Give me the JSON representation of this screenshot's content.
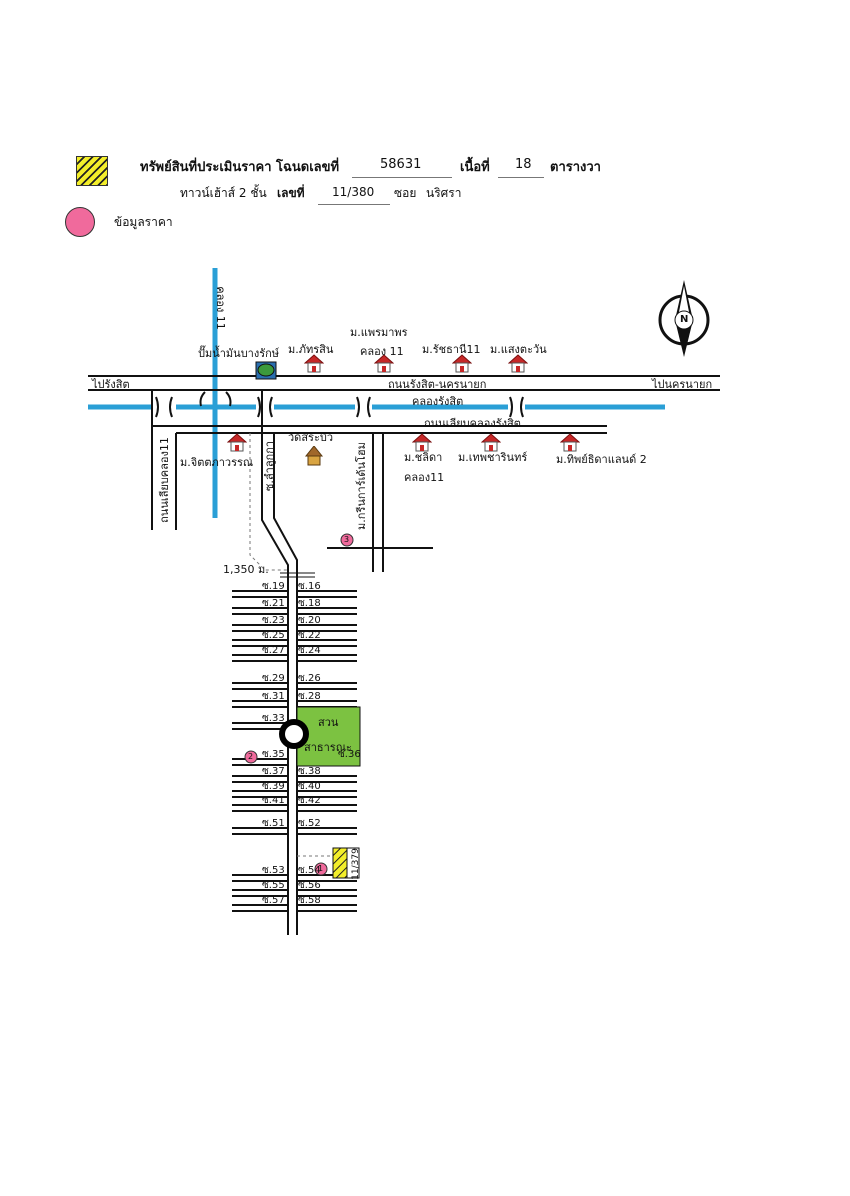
{
  "legend": {
    "subject_title": "ทรัพย์สินที่ประเมินราคา โฉนดเลขที่",
    "deed_no": "58631",
    "area_label": "เนื้อที่",
    "area_value": "18",
    "area_unit": "ตารางวา",
    "property_type": "ทาวน์เฮ้าส์ 2 ชั้น",
    "house_no_label": "เลขที่",
    "house_no": "11/380",
    "soi_label": "ซอย",
    "soi_name": "นริศรา",
    "price_data_label": "ข้อมูลราคา",
    "subject_color": "#f3ee2a",
    "price_color": "#f06a9c"
  },
  "map": {
    "compass_letter": "N",
    "labels": {
      "khlong11_top": "คลอง 11",
      "pump": "ปั๊มน้ำมันบางรักษ์",
      "phatsin": "ม.ภัทรสิน",
      "phraemaphon": "ม.แพรมาพร",
      "khlong11_mid": "คลอง 11",
      "ratchathani": "ม.รัชธานี11",
      "saengtawan": "ม.แสงตะวัน",
      "to_rangsit": "ไปรังสิต",
      "road_main": "ถนนรังสิต-นครนายก",
      "to_nakhonnayok": "ไปนครนายก",
      "khlong_rangsit": "คลองรังสิต",
      "road_side": "ถนนเลียบคลองรังสิต",
      "road_khlong11": "ถนนเลียบคลอง11",
      "chitphawan": "ม.จิตตภาวรรณ",
      "wat": "วัดสระบัว",
      "soi_vertical": "ซ.ลำลูกกา",
      "krinkan": "ม.กรีนการ์เด้นโฮม",
      "chalida": "ม.ชลิดา",
      "khlong11_bottom": "คลอง11",
      "thepcharin": "ม.เทพชารินทร์",
      "thipchida": "ม.ทิพย์ธิดาแลนด์ 2",
      "distance": "1,350 ม.",
      "park_1": "สวน",
      "park_2": "สาธารณะ",
      "plot_no": "11/379"
    },
    "soi_left": [
      "ซ.19",
      "ซ.21",
      "ซ.23",
      "ซ.25",
      "ซ.27",
      "ซ.29",
      "ซ.31",
      "ซ.33",
      "ซ.35",
      "ซ.37",
      "ซ.39",
      "ซ.41",
      "ซ.51",
      "ซ.53",
      "ซ.55",
      "ซ.57"
    ],
    "soi_right": [
      "ซ.16",
      "ซ.18",
      "ซ.20",
      "ซ.22",
      "ซ.24",
      "ซ.26",
      "ซ.28",
      "ซ.36",
      "ซ.38",
      "ซ.40",
      "ซ.42",
      "ซ.52",
      "ซ.54",
      "ซ.56",
      "ซ.58"
    ],
    "markers": [
      "1",
      "2",
      "3"
    ],
    "road_color": "#111111",
    "canal_color": "#2a9fd6",
    "park_color": "#7cc241"
  }
}
